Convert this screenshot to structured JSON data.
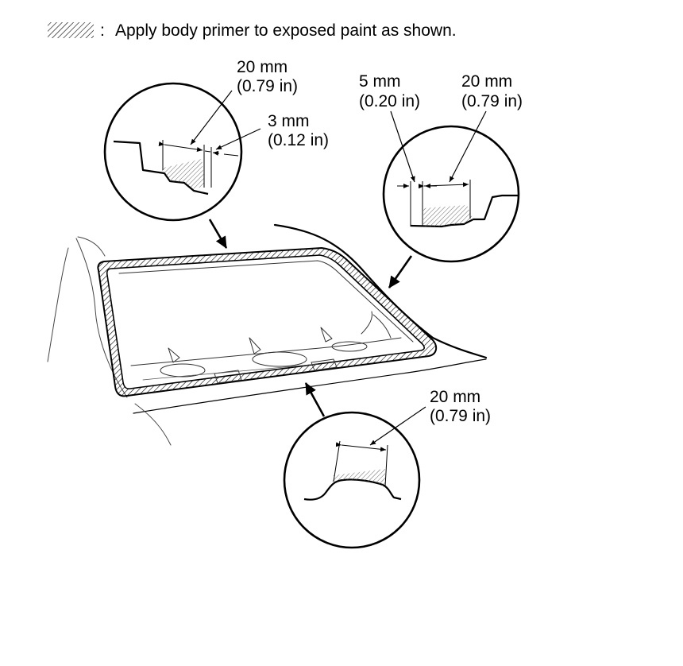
{
  "legend": {
    "separator": ":",
    "text": "Apply body primer to exposed paint as shown.",
    "swatch": "hatch-pattern"
  },
  "callouts": {
    "upper_left": {
      "dim1_mm": "20 mm",
      "dim1_in": "(0.79 in)",
      "dim2_mm": "3 mm",
      "dim2_in": "(0.12 in)"
    },
    "upper_right": {
      "dim1_mm": "5 mm",
      "dim1_in": "(0.20 in)",
      "dim2_mm": "20 mm",
      "dim2_in": "(0.79 in)"
    },
    "bottom": {
      "dim1_mm": "20 mm",
      "dim1_in": "(0.79 in)"
    }
  },
  "colors": {
    "line": "#000000",
    "background": "#ffffff",
    "hatch": "#000000"
  }
}
